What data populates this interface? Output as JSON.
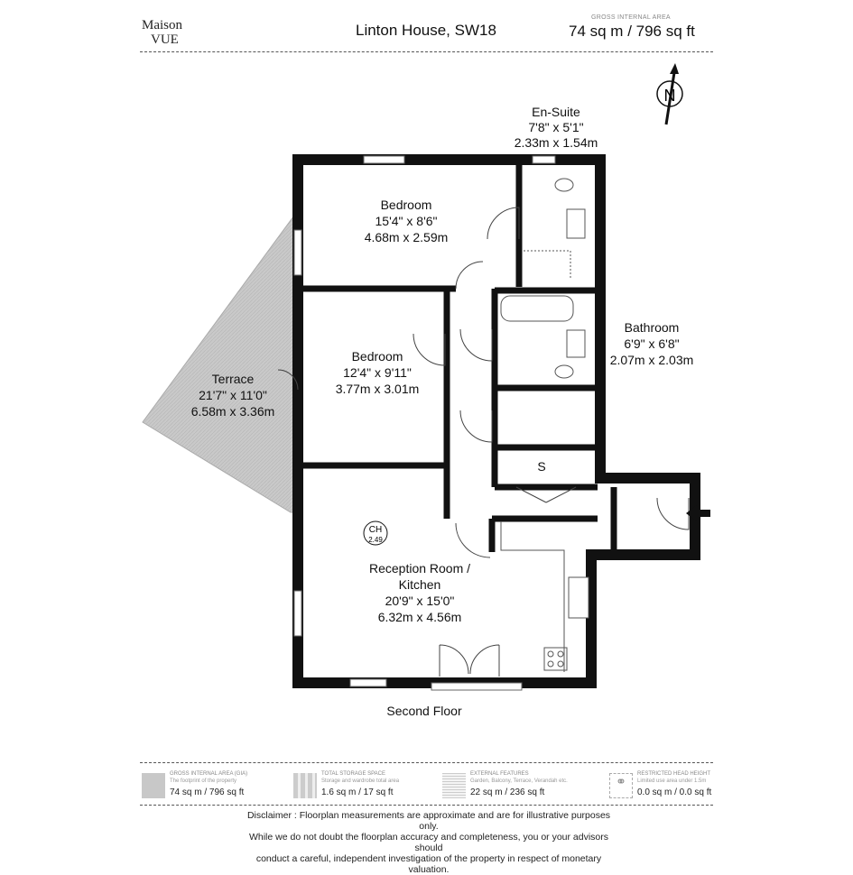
{
  "header": {
    "logo_line1": "Maison",
    "logo_line2": "VUE",
    "title": "Linton House, SW18",
    "gia_label": "GROSS INTERNAL AREA",
    "gia_value": "74 sq m / 796 sq ft"
  },
  "compass": {
    "label": "N"
  },
  "rooms": {
    "ensuite": {
      "name": "En-Suite",
      "imperial": "7'8\" x 5'1\"",
      "metric": "2.33m x 1.54m"
    },
    "bedroom1": {
      "name": "Bedroom",
      "imperial": "15'4\" x 8'6\"",
      "metric": "4.68m x 2.59m"
    },
    "bedroom2": {
      "name": "Bedroom",
      "imperial": "12'4\" x 9'11\"",
      "metric": "3.77m x 3.01m"
    },
    "bathroom": {
      "name": "Bathroom",
      "imperial": "6'9\" x 6'8\"",
      "metric": "2.07m x 2.03m"
    },
    "terrace": {
      "name": "Terrace",
      "imperial": "21'7\" x 11'0\"",
      "metric": "6.58m x 3.36m"
    },
    "storage": {
      "name": "S"
    },
    "reception": {
      "name_line1": "Reception Room /",
      "name_line2": "Kitchen",
      "imperial": "20'9\" x 15'0\"",
      "metric": "6.32m x 4.56m"
    },
    "ceiling_height": {
      "label": "CH",
      "value": "2.49"
    }
  },
  "floor_label": "Second Floor",
  "legend": [
    {
      "heading": "GROSS INTERNAL AREA (GIA)",
      "sub": "The footprint of the property",
      "value": "74 sq m / 796 sq ft"
    },
    {
      "heading": "TOTAL STORAGE SPACE",
      "sub": "Storage and wardrobe total area",
      "value": "1.6 sq m / 17 sq ft"
    },
    {
      "heading": "EXTERNAL FEATURES",
      "sub": "Garden, Balcony, Terrace, Verandah etc.",
      "value": "22 sq m / 236 sq ft"
    },
    {
      "heading": "RESTRICTED HEAD HEIGHT",
      "sub": "Limited use area under 1.5m",
      "value": "0.0 sq m / 0.0 sq ft"
    }
  ],
  "disclaimer": {
    "line1": "Disclaimer : Floorplan measurements are approximate and are for illustrative purposes only.",
    "line2": "While we do not doubt the floorplan accuracy and completeness, you or your advisors should",
    "line3": "conduct a careful, independent investigation of the property in respect of monetary valuation."
  }
}
